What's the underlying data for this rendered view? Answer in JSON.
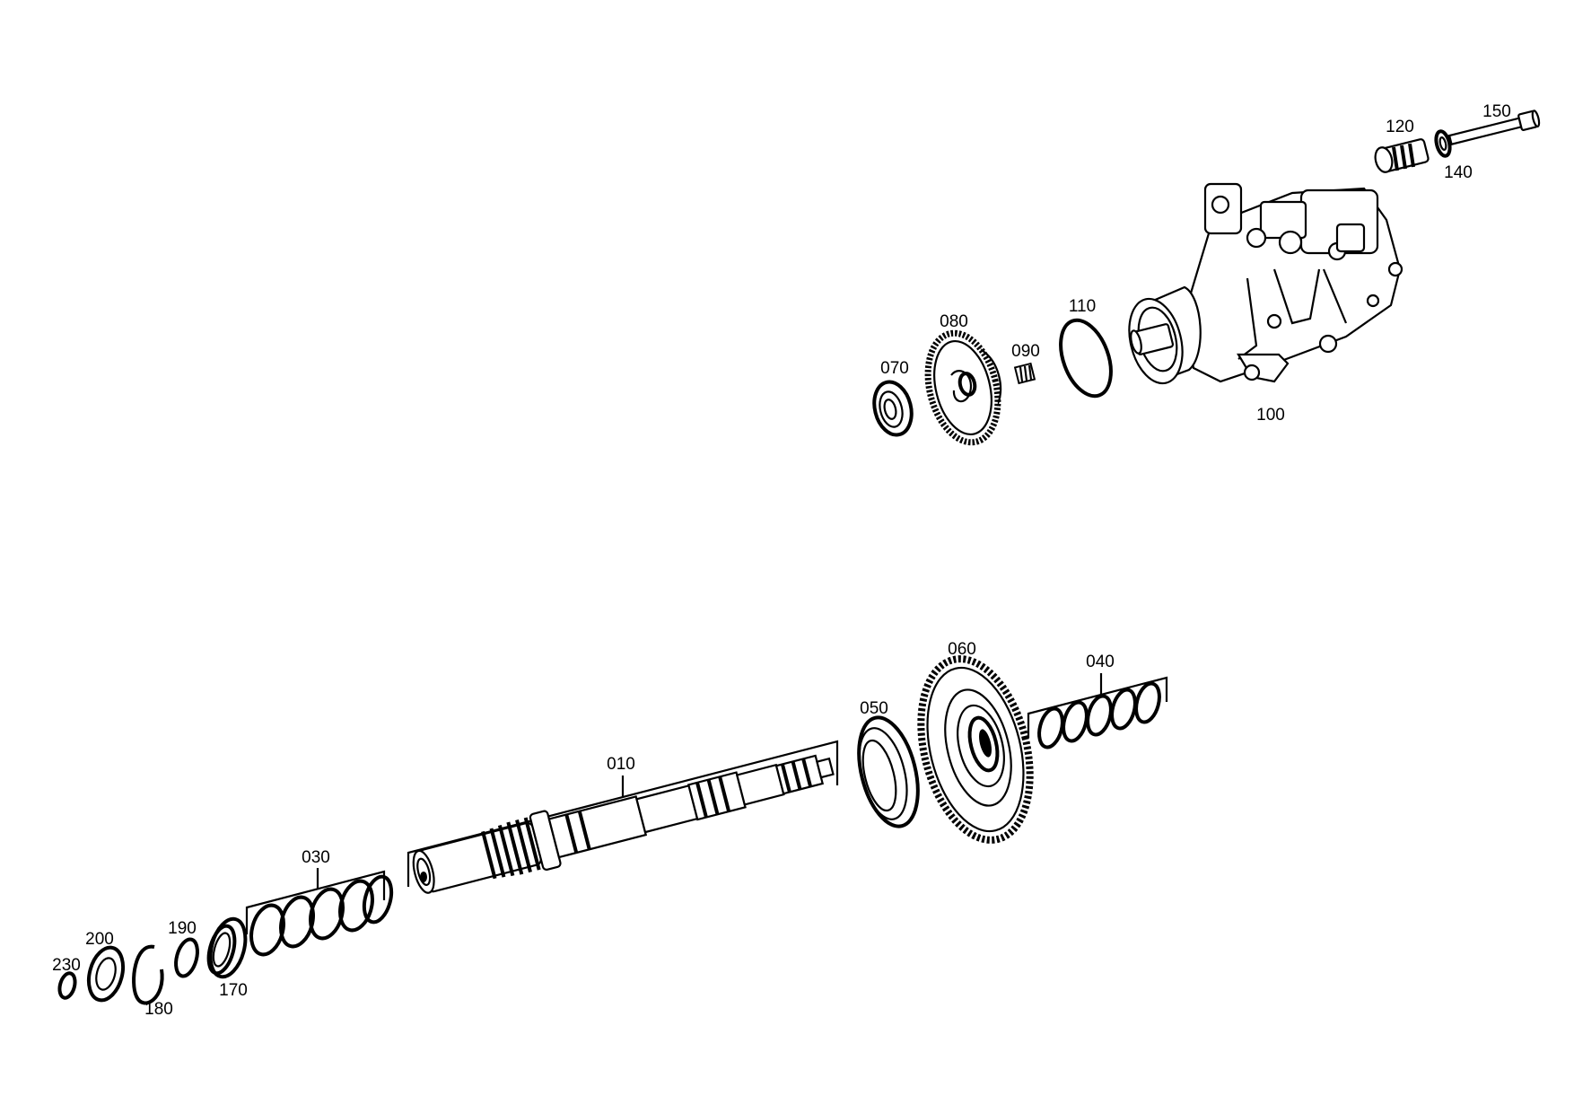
{
  "diagram": {
    "part_labels": {
      "p010": "010",
      "p030": "030",
      "p040": "040",
      "p050": "050",
      "p060": "060",
      "p070": "070",
      "p080": "080",
      "p090": "090",
      "p100": "100",
      "p110": "110",
      "p120": "120",
      "p140": "140",
      "p150": "150",
      "p170": "170",
      "p180": "180",
      "p190": "190",
      "p200": "200",
      "p230": "230"
    },
    "colors": {
      "line": "#000000",
      "background": "#ffffff"
    }
  }
}
